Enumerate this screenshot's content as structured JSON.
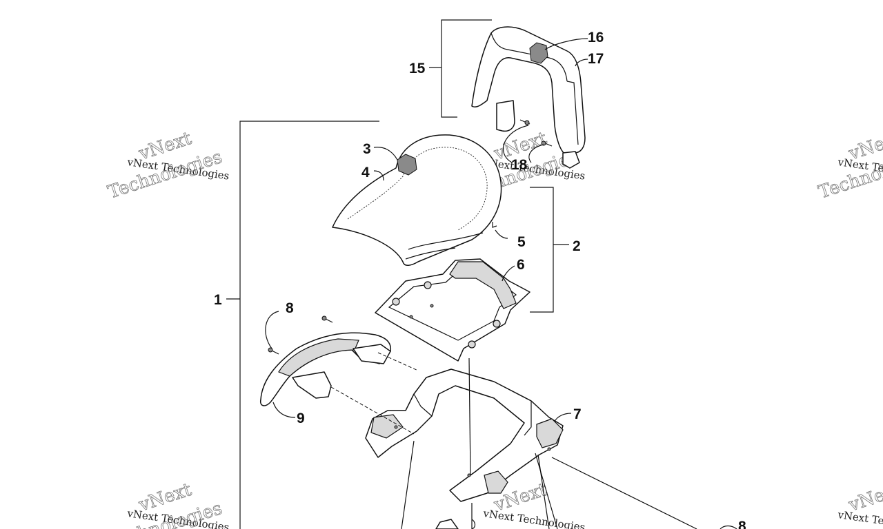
{
  "callouts": [
    {
      "id": "1",
      "label": "1"
    },
    {
      "id": "2",
      "label": "2"
    },
    {
      "id": "3",
      "label": "3"
    },
    {
      "id": "4",
      "label": "4"
    },
    {
      "id": "5",
      "label": "5"
    },
    {
      "id": "6",
      "label": "6"
    },
    {
      "id": "7",
      "label": "7"
    },
    {
      "id": "8a",
      "label": "8"
    },
    {
      "id": "8b",
      "label": "8"
    },
    {
      "id": "9",
      "label": "9"
    },
    {
      "id": "15",
      "label": "15"
    },
    {
      "id": "16",
      "label": "16"
    },
    {
      "id": "17",
      "label": "17"
    },
    {
      "id": "18",
      "label": "18"
    }
  ],
  "watermark": {
    "line1": "vNext Technologies",
    "line2": "vNext",
    "line3": "Technologies"
  },
  "colors": {
    "ink": "#111111",
    "background": "#ffffff",
    "shade": "#d9d9d9"
  }
}
